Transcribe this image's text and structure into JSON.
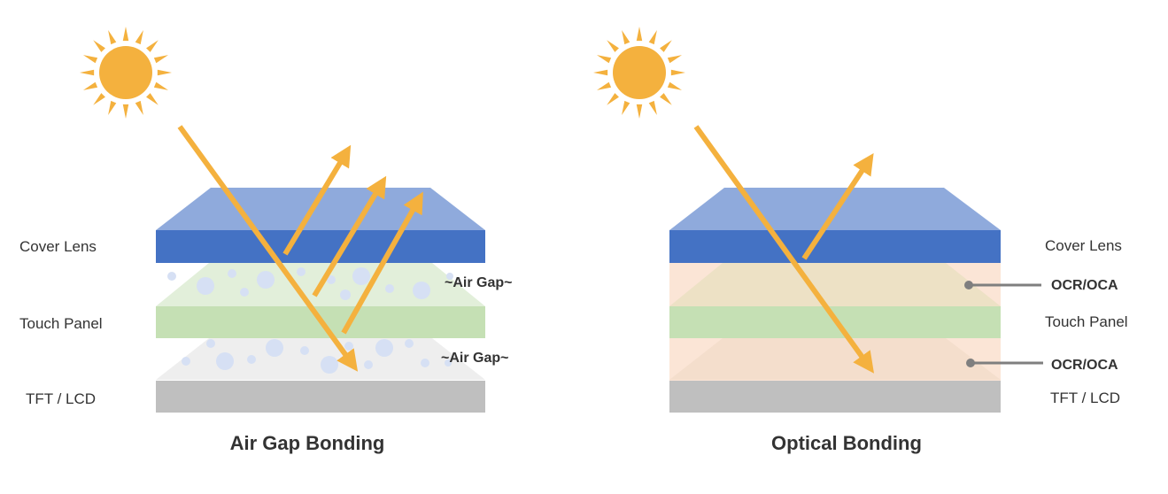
{
  "colors": {
    "cover_top": "#8faadc",
    "cover_front": "#4472c4",
    "touch_panel": "#c5e0b4",
    "air_gap_green": "#e2efda",
    "air_gap_grey": "#eeeeee",
    "tft_lcd": "#bfbfbf",
    "ocr_fill": "#f8cbad",
    "arrow": "#f4b13e",
    "sun": "#f4b13e",
    "bubble": "#d6e0f4",
    "connector": "#7f7f7f"
  },
  "left_panel": {
    "title": "Air Gap Bonding",
    "labels": {
      "cover_lens": "Cover Lens",
      "touch_panel": "Touch Panel",
      "tft_lcd": "TFT / LCD"
    },
    "air_gap_labels": [
      "~Air Gap~",
      "~Air Gap~"
    ]
  },
  "right_panel": {
    "title": "Optical Bonding",
    "labels": {
      "cover_lens": "Cover Lens",
      "touch_panel": "Touch Panel",
      "tft_lcd": "TFT / LCD"
    },
    "ocr_labels": [
      "OCR/OCA",
      "OCR/OCA"
    ]
  },
  "icons": [
    "sun-icon",
    "sun-icon"
  ]
}
